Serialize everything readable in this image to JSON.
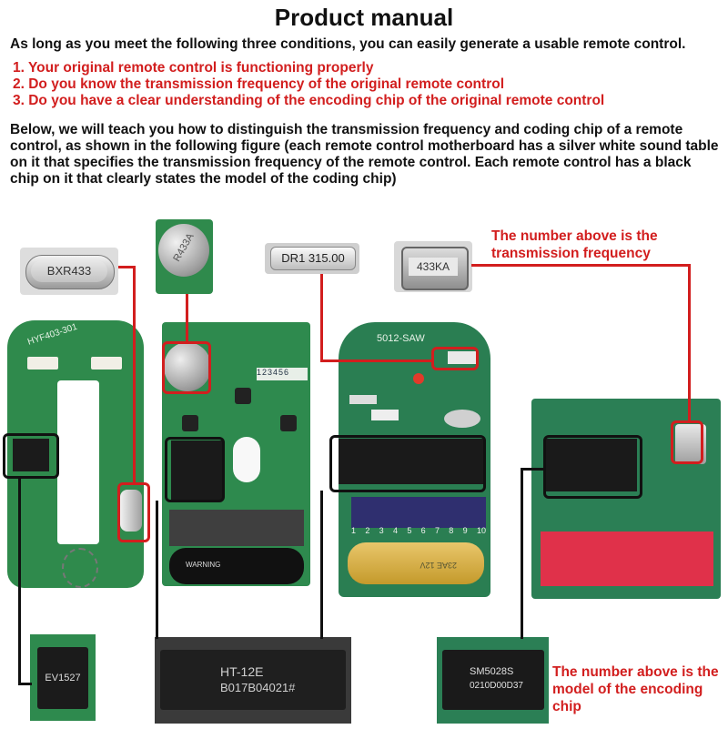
{
  "title": "Product manual",
  "intro": "As long as you meet the following three conditions, you can easily generate a usable remote control.",
  "conditions": [
    "1. Your original remote control is functioning properly",
    "2. Do you know the transmission frequency of the original remote control",
    "3. Do you have a clear understanding of the encoding chip of the original remote control"
  ],
  "explanation": "Below, we will teach you how to distinguish the transmission frequency and coding chip of a remote control, as shown in the following figure (each remote control motherboard has a silver white sound table on it that specifies the transmission frequency of the remote control. Each remote control has a black chip on it that clearly states the model of the coding chip)",
  "callouts": {
    "frequency": "The number above is the transmission frequency",
    "chip": "The number above is the model of the encoding chip"
  },
  "components": {
    "crystal_1": "BXR433",
    "crystal_2": "R433A",
    "crystal_3": "DR1 315.00",
    "crystal_4": "433KA",
    "chip_1": "EV1527",
    "chip_2_line1": "HT-12E",
    "chip_2_line2": "B017B04021#",
    "chip_3_line1": "SM5028S",
    "chip_3_line2": "0210D00D37"
  },
  "board_labels": {
    "board_1": "HYF403-301",
    "board_3": "5012-SAW",
    "dip_numbers": [
      "1",
      "2",
      "3",
      "4",
      "5",
      "6",
      "7",
      "8",
      "9",
      "10"
    ],
    "battery": "23AE 12V",
    "warning": "WARNING"
  },
  "colors": {
    "accent": "#d21e1e",
    "pcb": "#2e8a4e",
    "pcb_dark": "#1f6a3a"
  }
}
